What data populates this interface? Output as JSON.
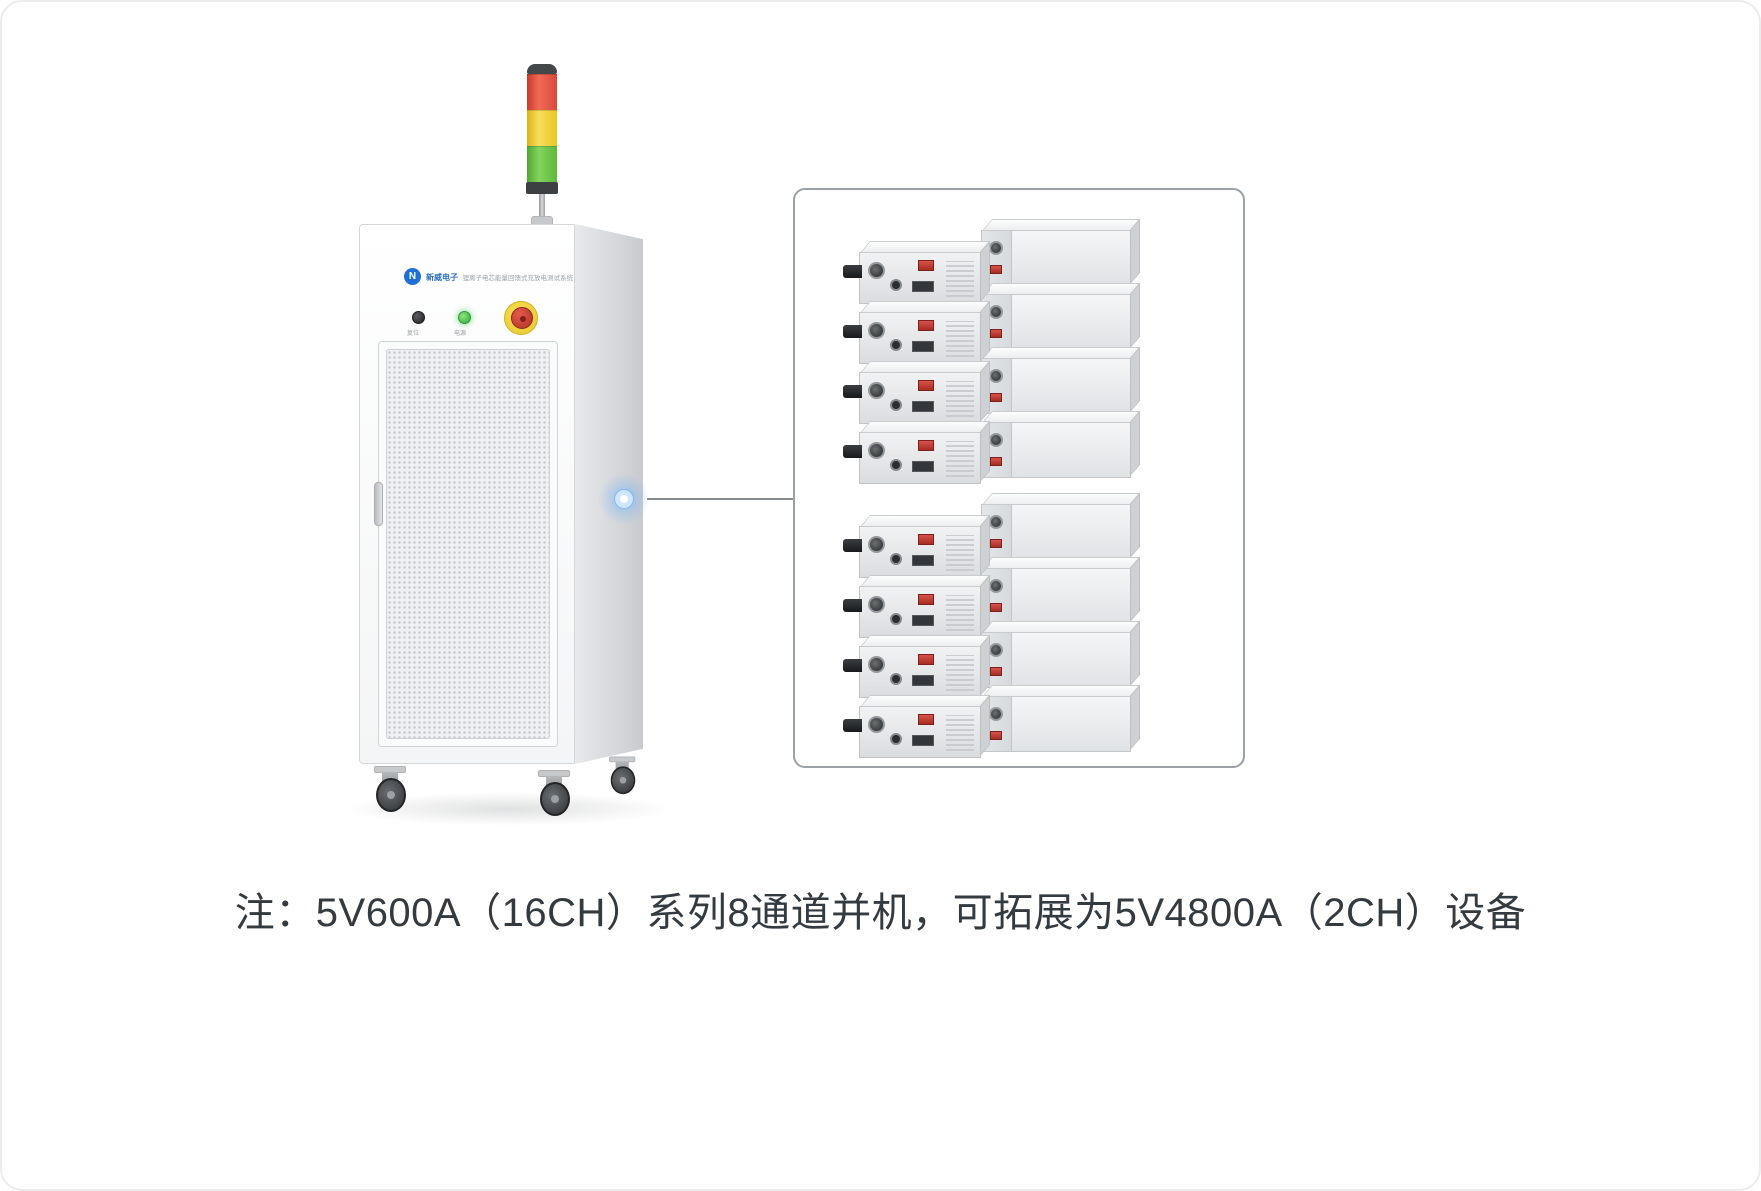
{
  "caption": {
    "text": "注：5V600A（16CH）系列8通道并机，可拓展为5V4800A（2CH）设备"
  },
  "cabinet": {
    "logo_letter": "N",
    "brand": "新威电子",
    "product_title": "锂离子电芯能量回馈式充放电测试系统",
    "controls": {
      "reset_label": "复位",
      "power_label": "电源"
    }
  },
  "tower_light": {
    "colors": {
      "cap": "#44484c",
      "red": "#e0453a",
      "yellow": "#f2d12e",
      "green": "#74c948"
    }
  },
  "highlight": {
    "color": "#5aa7ff"
  },
  "emergency_stop": {
    "ring_color": "#f2cf3a",
    "button_color": "#c0392b"
  },
  "callout": {
    "module_total": 16,
    "groups": [
      {
        "name": "top-stack",
        "columns": [
          {
            "type": "front",
            "count": 4
          },
          {
            "type": "side",
            "count": 4
          }
        ]
      },
      {
        "name": "bottom-stack",
        "columns": [
          {
            "type": "front",
            "count": 4
          },
          {
            "type": "side",
            "count": 4
          }
        ]
      }
    ]
  }
}
